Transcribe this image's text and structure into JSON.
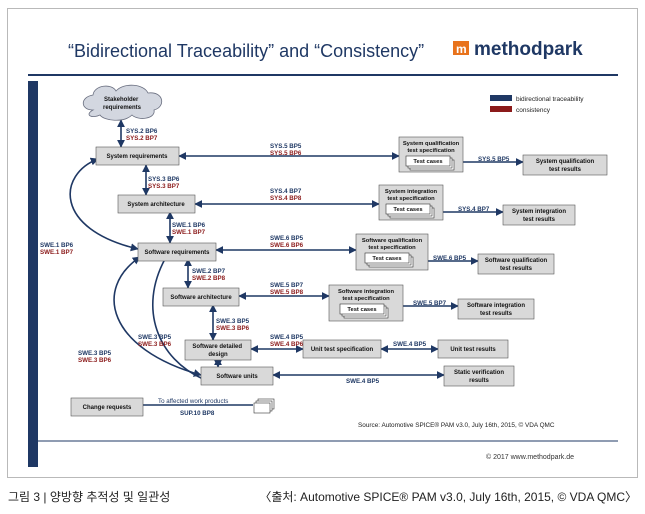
{
  "title": "“Bidirectional Traceability” and “Consistency”",
  "logo": {
    "mark": "m",
    "text": "methodpark"
  },
  "legend": [
    {
      "label": "bidirectional traceability",
      "color": "#1f3864"
    },
    {
      "label": "consistency",
      "color": "#8b1a1a"
    }
  ],
  "boxes": {
    "stakeholder": "Stakeholder requirements",
    "sysreq": "System requirements",
    "sysarch": "System architecture",
    "swreq": "Software requirements",
    "swarch": "Software architecture",
    "swdd": "Software detailed design",
    "swunits": "Software units",
    "changereq": "Change requests",
    "sysqual_res": "System qualification test results",
    "sysint_res": "System integration test results",
    "swqual_res": "Software qualification test results",
    "swint_res": "Software integration test results",
    "unitspec": "Unit test specification",
    "unitres": "Unit test results",
    "staticver": "Static verification results"
  },
  "specs": {
    "sysqual": "System qualification test specification",
    "sysint": "System integration test specification",
    "swqual": "Software qualification test specification",
    "swint": "Software integration test specification",
    "testcases": "Test cases"
  },
  "labels": {
    "sys2_bp6": "SYS.2 BP6",
    "sys2_bp7": "SYS.2 BP7",
    "sys5_bp5": "SYS.5 BP5",
    "sys5_bp6": "SYS.5 BP6",
    "sys5_bp5_res": "SYS.5 BP5",
    "sys3_bp6": "SYS.3 BP6",
    "sys3_bp7": "SYS.3 BP7",
    "sys4_bp7": "SYS.4 BP7",
    "sys4_bp8": "SYS.4 BP8",
    "sys4_bp7_res": "SYS.4 BP7",
    "swe1_bp6": "SWE.1 BP6",
    "swe1_bp7": "SWE.1 BP7",
    "swe1_bp6_l": "SWE.1 BP6",
    "swe1_bp7_l": "SWE.1 BP7",
    "swe6_bp5": "SWE.6 BP5",
    "swe6_bp6": "SWE.6 BP6",
    "swe6_bp5_res": "SWE.6 BP5",
    "swe2_bp7": "SWE.2 BP7",
    "swe2_bp8": "SWE.2 BP8",
    "swe5_bp7": "SWE.5 BP7",
    "swe5_bp8": "SWE.5 BP8",
    "swe5_bp7_res": "SWE.5 BP7",
    "swe3_bp5_a": "SWE.3 BP5",
    "swe3_bp6_a": "SWE.3 BP6",
    "swe3_bp5_b": "SWE.3 BP5",
    "swe3_bp6_b": "SWE.3 BP6",
    "swe3_bp5_l": "SWE.3 BP5",
    "swe3_bp6_l": "SWE.3 BP6",
    "swe4_bp5": "SWE.4 BP5",
    "swe4_bp6": "SWE.4 BP6",
    "swe4_bp5_res": "SWE.4 BP5",
    "swe4_bp5_static": "SWE.4 BP5",
    "to_affected": "To affected work products",
    "sup10_bp8": "SUP.10 BP8"
  },
  "source": "Source: Automotive SPICE® PAM v3.0, July 16th, 2015, © VDA QMC",
  "copyright": "© 2017 www.methodpark.de",
  "caption": {
    "left": "그림 3 | 양방향 추적성 및 일관성",
    "right": "〈출처: Automotive SPICE® PAM v3.0, July 16th, 2015, © VDA QMC〉"
  }
}
